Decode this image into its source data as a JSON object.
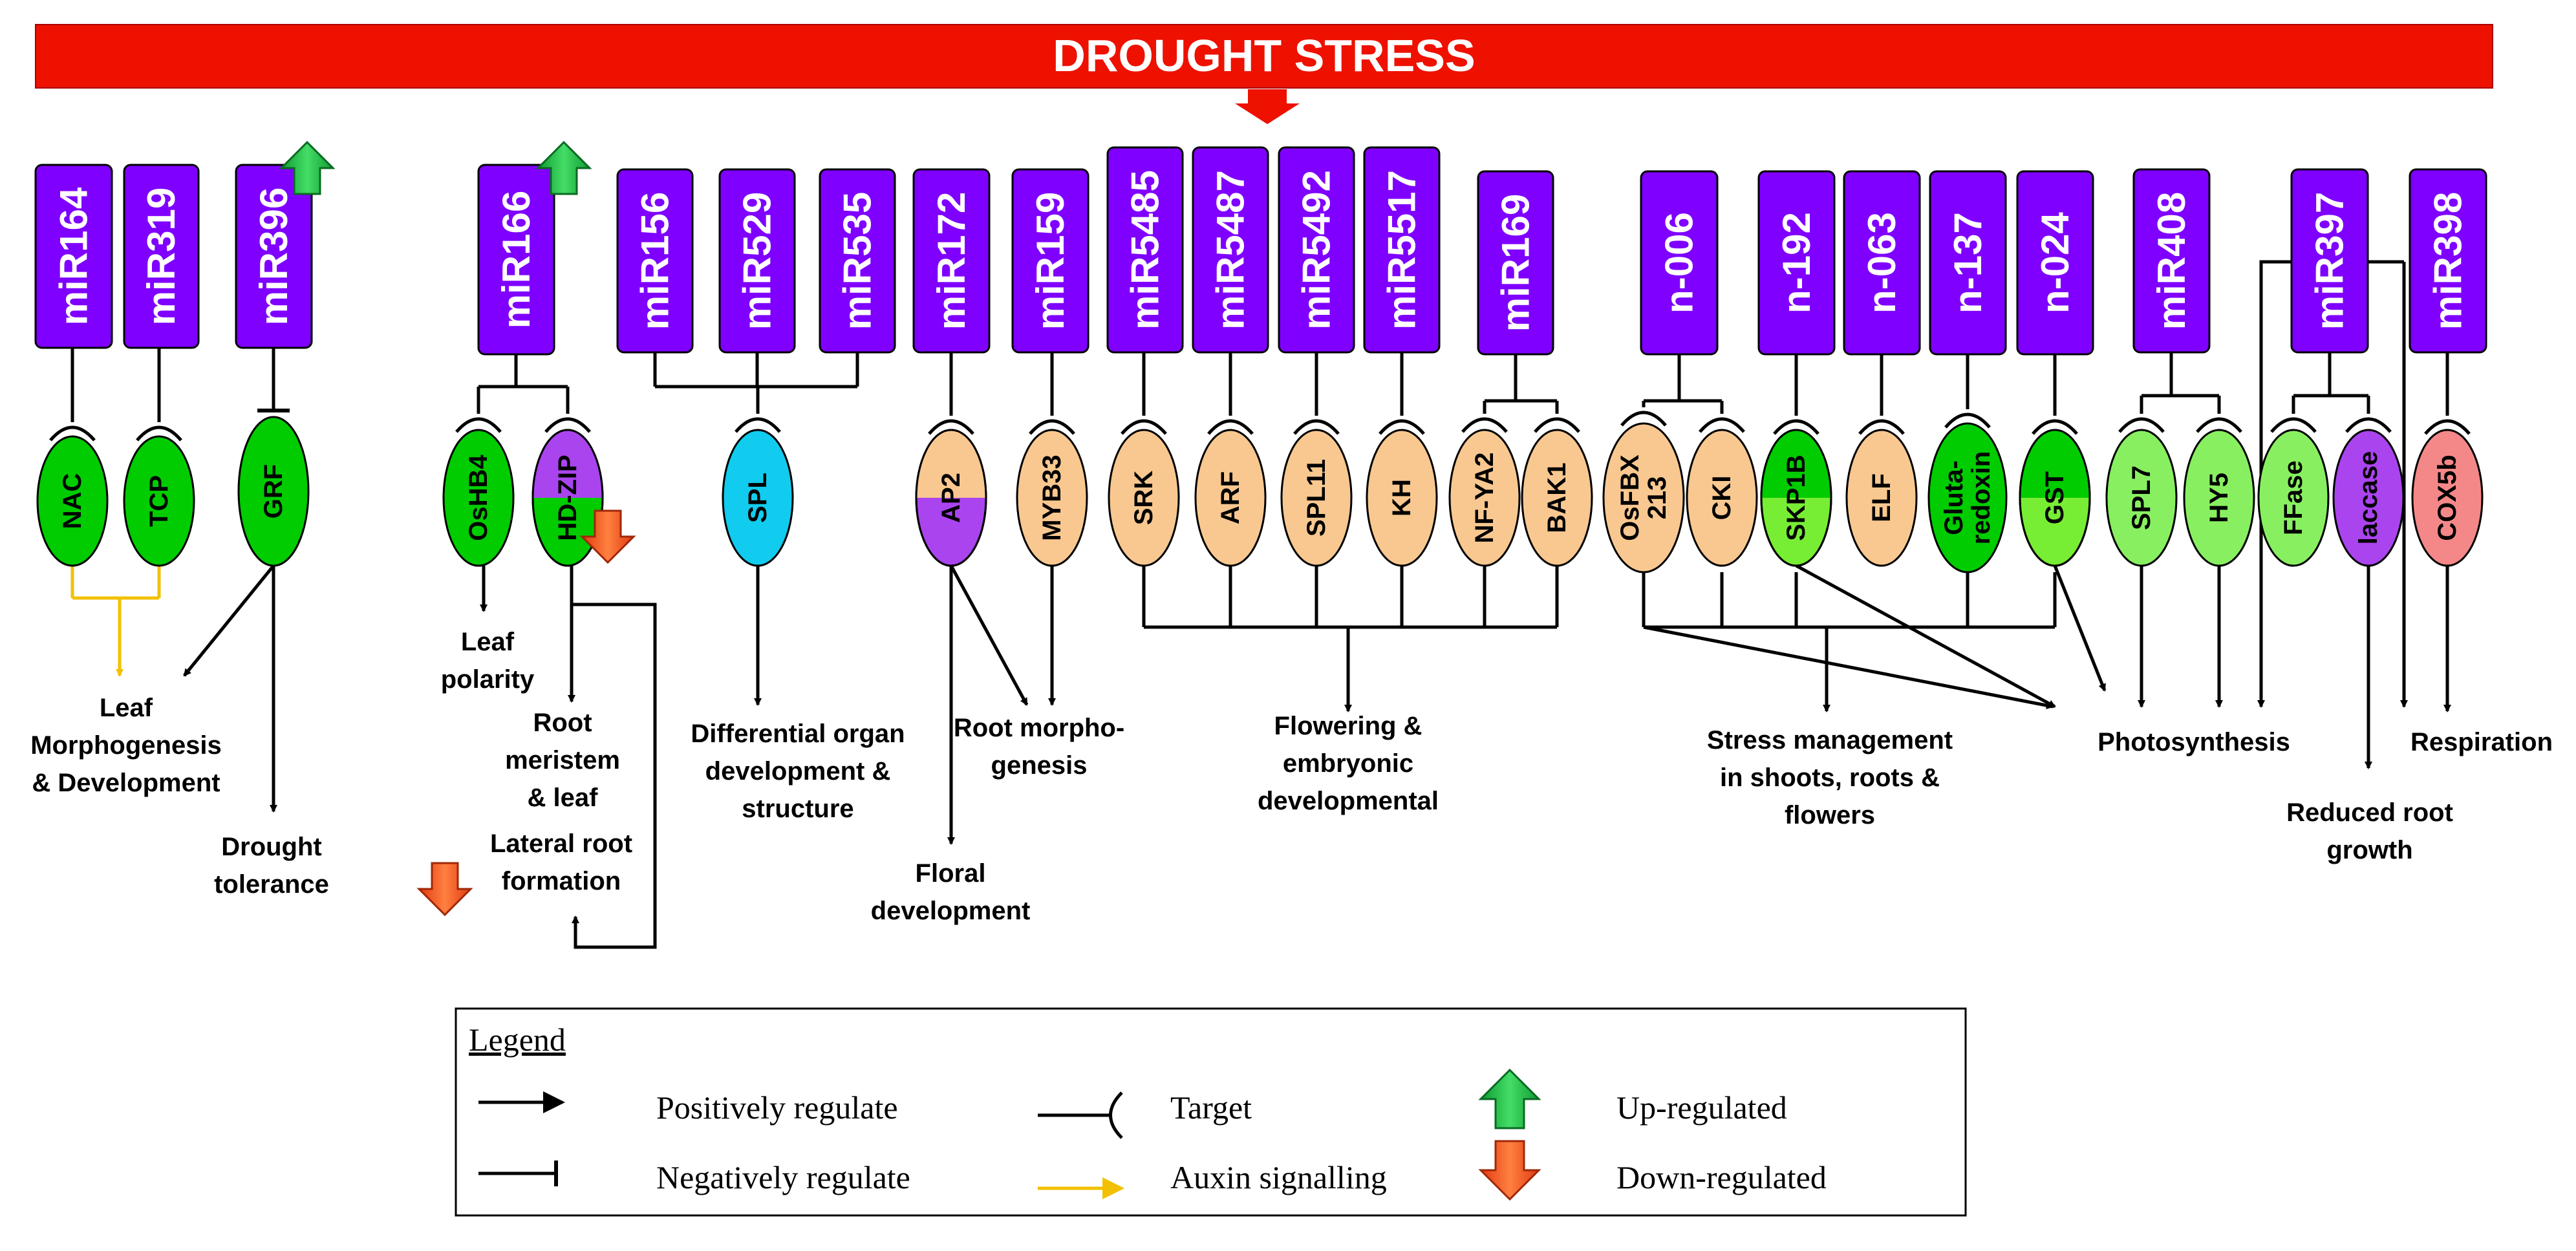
{
  "banner": {
    "title": "DROUGHT STRESS"
  },
  "mirnas": [
    {
      "id": "mir164",
      "label": "miR164"
    },
    {
      "id": "mir319",
      "label": "miR319"
    },
    {
      "id": "mir396",
      "label": "miR396"
    },
    {
      "id": "mir166",
      "label": "miR166"
    },
    {
      "id": "mir156",
      "label": "miR156"
    },
    {
      "id": "mir529",
      "label": "miR529"
    },
    {
      "id": "mir535",
      "label": "miR535"
    },
    {
      "id": "mir172",
      "label": "miR172"
    },
    {
      "id": "mir159",
      "label": "miR159"
    },
    {
      "id": "mir5485",
      "label": "miR5485"
    },
    {
      "id": "mir5487",
      "label": "miR5487"
    },
    {
      "id": "mir5492",
      "label": "miR5492"
    },
    {
      "id": "mir5517",
      "label": "miR5517"
    },
    {
      "id": "mir169",
      "label": "miR169"
    },
    {
      "id": "n006",
      "label": "n-006"
    },
    {
      "id": "n192",
      "label": "n-192"
    },
    {
      "id": "n063",
      "label": "n-063"
    },
    {
      "id": "n137",
      "label": "n-137"
    },
    {
      "id": "n024",
      "label": "n-024"
    },
    {
      "id": "mir408",
      "label": "miR408"
    },
    {
      "id": "mir397",
      "label": "miR397"
    },
    {
      "id": "mir398",
      "label": "miR398"
    }
  ],
  "genes": [
    {
      "id": "nac",
      "lines": [
        "NAC"
      ],
      "fill": "#00cc00"
    },
    {
      "id": "tcp",
      "lines": [
        "TCP"
      ],
      "fill": "#00cc00"
    },
    {
      "id": "grf",
      "lines": [
        "GRF"
      ],
      "fill": "#00cc00"
    },
    {
      "id": "oshb4",
      "lines": [
        "OsHB4"
      ],
      "fill": "#00cc00"
    },
    {
      "id": "hdzip",
      "lines": [
        "HD-ZIP"
      ],
      "fill": "#00cc00",
      "top_fill": "#aa44ee"
    },
    {
      "id": "spl",
      "lines": [
        "SPL"
      ],
      "fill": "#11ccee"
    },
    {
      "id": "ap2",
      "lines": [
        "AP2"
      ],
      "fill": "#aa44ee",
      "top_fill": "#f8c890"
    },
    {
      "id": "myb33",
      "lines": [
        "MYB33"
      ],
      "fill": "#f8c890"
    },
    {
      "id": "srk",
      "lines": [
        "SRK"
      ],
      "fill": "#f8c890"
    },
    {
      "id": "arf",
      "lines": [
        "ARF"
      ],
      "fill": "#f8c890"
    },
    {
      "id": "spl11",
      "lines": [
        "SPL11"
      ],
      "fill": "#f8c890"
    },
    {
      "id": "kh",
      "lines": [
        "KH"
      ],
      "fill": "#f8c890"
    },
    {
      "id": "nfya2",
      "lines": [
        "NF-YA2"
      ],
      "fill": "#f8c890"
    },
    {
      "id": "bak1",
      "lines": [
        "BAK1"
      ],
      "fill": "#f8c890"
    },
    {
      "id": "osfbx",
      "lines": [
        "OsFBX",
        "213"
      ],
      "fill": "#f8c890"
    },
    {
      "id": "cki",
      "lines": [
        "CKI"
      ],
      "fill": "#f8c890"
    },
    {
      "id": "skp1b",
      "lines": [
        "SKP1B"
      ],
      "fill": "#77ee33",
      "top_fill": "#00cc00"
    },
    {
      "id": "elf",
      "lines": [
        "ELF"
      ],
      "fill": "#f8c890"
    },
    {
      "id": "glutaredoxin",
      "lines": [
        "Gluta-",
        "redoxin"
      ],
      "fill": "#00cc00"
    },
    {
      "id": "gst",
      "lines": [
        "GST"
      ],
      "fill": "#77ee33",
      "top_fill": "#00cc00"
    },
    {
      "id": "spl7",
      "lines": [
        "SPL7"
      ],
      "fill": "#88f060"
    },
    {
      "id": "hy5",
      "lines": [
        "HY5"
      ],
      "fill": "#88f060"
    },
    {
      "id": "ffase",
      "lines": [
        "FFase"
      ],
      "fill": "#88f060"
    },
    {
      "id": "laccase",
      "lines": [
        "laccase"
      ],
      "fill": "#aa44ee",
      "text_fill": "#ffffff"
    },
    {
      "id": "cox5b",
      "lines": [
        "COX5b"
      ],
      "fill": "#f48888"
    }
  ],
  "outcomes": [
    {
      "id": "leaf-morpho",
      "lines": [
        "Leaf",
        "Morphogenesis",
        "& Development"
      ]
    },
    {
      "id": "drought-tol",
      "lines": [
        "Drought",
        "tolerance"
      ]
    },
    {
      "id": "leaf-polarity",
      "lines": [
        "Leaf",
        "polarity"
      ]
    },
    {
      "id": "root-meristem",
      "lines": [
        "Root",
        "meristem",
        "& leaf"
      ]
    },
    {
      "id": "lateral-root",
      "lines": [
        "Lateral root",
        "formation"
      ]
    },
    {
      "id": "diff-organ",
      "lines": [
        "Differential organ",
        "development &",
        "structure"
      ]
    },
    {
      "id": "floral-dev",
      "lines": [
        "Floral",
        "development"
      ]
    },
    {
      "id": "root-morpho",
      "lines": [
        "Root morpho-",
        "genesis"
      ]
    },
    {
      "id": "flowering",
      "lines": [
        "Flowering &",
        "embryonic",
        "developmental"
      ]
    },
    {
      "id": "stress-mgmt",
      "lines": [
        "Stress management",
        "in shoots, roots &",
        "flowers"
      ]
    },
    {
      "id": "photosynthesis",
      "lines": [
        "Photosynthesis"
      ]
    },
    {
      "id": "reduced-root",
      "lines": [
        "Reduced root",
        "growth"
      ]
    },
    {
      "id": "respiration",
      "lines": [
        "Respiration"
      ]
    }
  ],
  "legend": {
    "title": "Legend",
    "items": [
      {
        "id": "pos-reg",
        "label": "Positively regulate",
        "symbol": "black-arrow"
      },
      {
        "id": "neg-reg",
        "label": "Negatively regulate",
        "symbol": "t-bar"
      },
      {
        "id": "target",
        "label": "Target",
        "symbol": "target-bracket"
      },
      {
        "id": "auxin",
        "label": "Auxin signalling",
        "symbol": "yellow-arrow"
      },
      {
        "id": "up",
        "label": "Up-regulated",
        "symbol": "green-up-arrow"
      },
      {
        "id": "down",
        "label": "Down-regulated",
        "symbol": "red-down-arrow"
      }
    ]
  },
  "colors": {
    "banner": "#ee1100",
    "mirna_box": "#7f00ff",
    "auxin": "#f2c000",
    "up_arrow": "#22bb44",
    "down_arrow": "#ff5a1e"
  }
}
